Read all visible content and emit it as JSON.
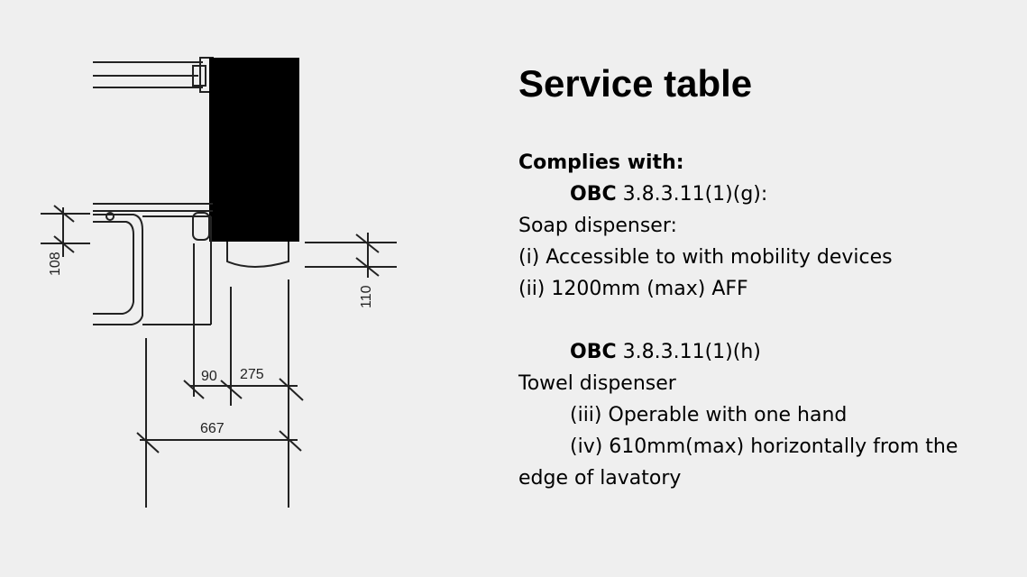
{
  "slide": {
    "title": "Service table",
    "complies_label": "Complies with:",
    "ref1": {
      "code": "OBC",
      "section": "3.8.3.11(1)(g):"
    },
    "soap_heading": "Soap dispenser:",
    "soap_items": [
      "(i) Accessible to with mobility devices",
      "(ii) 1200mm (max) AFF"
    ],
    "ref2": {
      "code": "OBC",
      "section": "3.8.3.11(1)(h)"
    },
    "towel_heading": "Towel dispenser",
    "towel_items": [
      "(iii) Operable with one hand",
      "(iv) 610mm(max) horizontally from the",
      "edge of lavatory"
    ]
  },
  "drawing": {
    "dimensions": {
      "d108": "108",
      "d110": "110",
      "d90": "90",
      "d275": "275",
      "d667": "667"
    }
  }
}
